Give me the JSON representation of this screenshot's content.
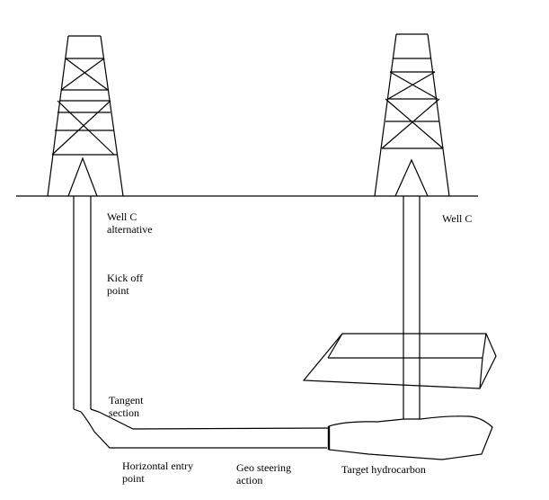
{
  "labels": {
    "well_c_alternative_line1": "Well C",
    "well_c_alternative_line2": "alternative",
    "well_c": "Well C",
    "kick_off_line1": "Kick off",
    "kick_off_line2": "point",
    "tangent_line1": "Tangent",
    "tangent_line2": "section",
    "horizontal_entry_line1": "Horizontal entry",
    "horizontal_entry_line2": "point",
    "geo_steering_line1": "Geo steering",
    "geo_steering_line2": "action",
    "target_hydrocarbon": "Target hydrocarbon"
  }
}
